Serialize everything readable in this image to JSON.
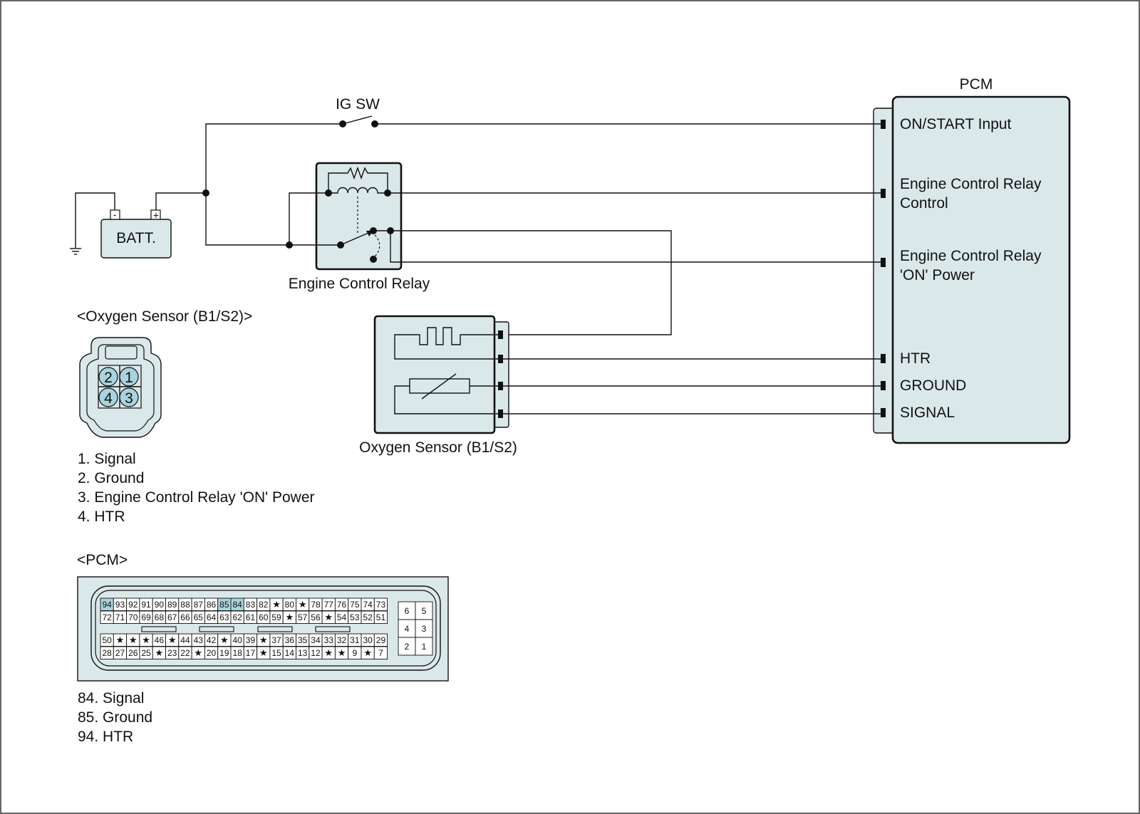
{
  "labels": {
    "ig_sw": "IG SW",
    "batt": "BATT.",
    "batt_neg": "-",
    "batt_pos": "+",
    "relay": "Engine Control Relay",
    "pcm_title": "PCM",
    "o2_box_label": "Oxygen Sensor (B1/S2)"
  },
  "pcm_pins": [
    "ON/START Input",
    "Engine Control Relay",
    "Control",
    "Engine Control Relay",
    "'ON' Power",
    "HTR",
    "GROUND",
    "SIGNAL"
  ],
  "o2_connector": {
    "title": "<Oxygen Sensor (B1/S2)>",
    "cavities": [
      "2",
      "1",
      "4",
      "3"
    ],
    "legend": [
      "1. Signal",
      "2. Ground",
      "3. Engine Control Relay 'ON' Power",
      "4. HTR"
    ]
  },
  "pcm_connector": {
    "title": "<PCM>",
    "highlight_color": "#a9d3dd",
    "highlight": [
      "94",
      "85",
      "84"
    ],
    "rows": [
      [
        "94",
        "93",
        "92",
        "91",
        "90",
        "89",
        "88",
        "87",
        "86",
        "85",
        "84",
        "83",
        "82",
        "★",
        "80",
        "★",
        "78",
        "77",
        "76",
        "75",
        "74",
        "73"
      ],
      [
        "72",
        "71",
        "70",
        "69",
        "68",
        "67",
        "66",
        "65",
        "64",
        "63",
        "62",
        "61",
        "60",
        "59",
        "★",
        "57",
        "56",
        "★",
        "54",
        "53",
        "52",
        "51"
      ],
      [
        "50",
        "★",
        "★",
        "★",
        "46",
        "★",
        "44",
        "43",
        "42",
        "★",
        "40",
        "39",
        "★",
        "37",
        "36",
        "35",
        "34",
        "33",
        "32",
        "31",
        "30",
        "29"
      ],
      [
        "28",
        "27",
        "26",
        "25",
        "★",
        "23",
        "22",
        "★",
        "20",
        "19",
        "18",
        "17",
        "★",
        "15",
        "14",
        "13",
        "12",
        "★",
        "★",
        "9",
        "★",
        "7"
      ]
    ],
    "side": [
      [
        "6",
        "5"
      ],
      [
        "4",
        "3"
      ],
      [
        "2",
        "1"
      ]
    ],
    "legend": [
      "84. Signal",
      "85. Ground",
      "94. HTR"
    ]
  }
}
